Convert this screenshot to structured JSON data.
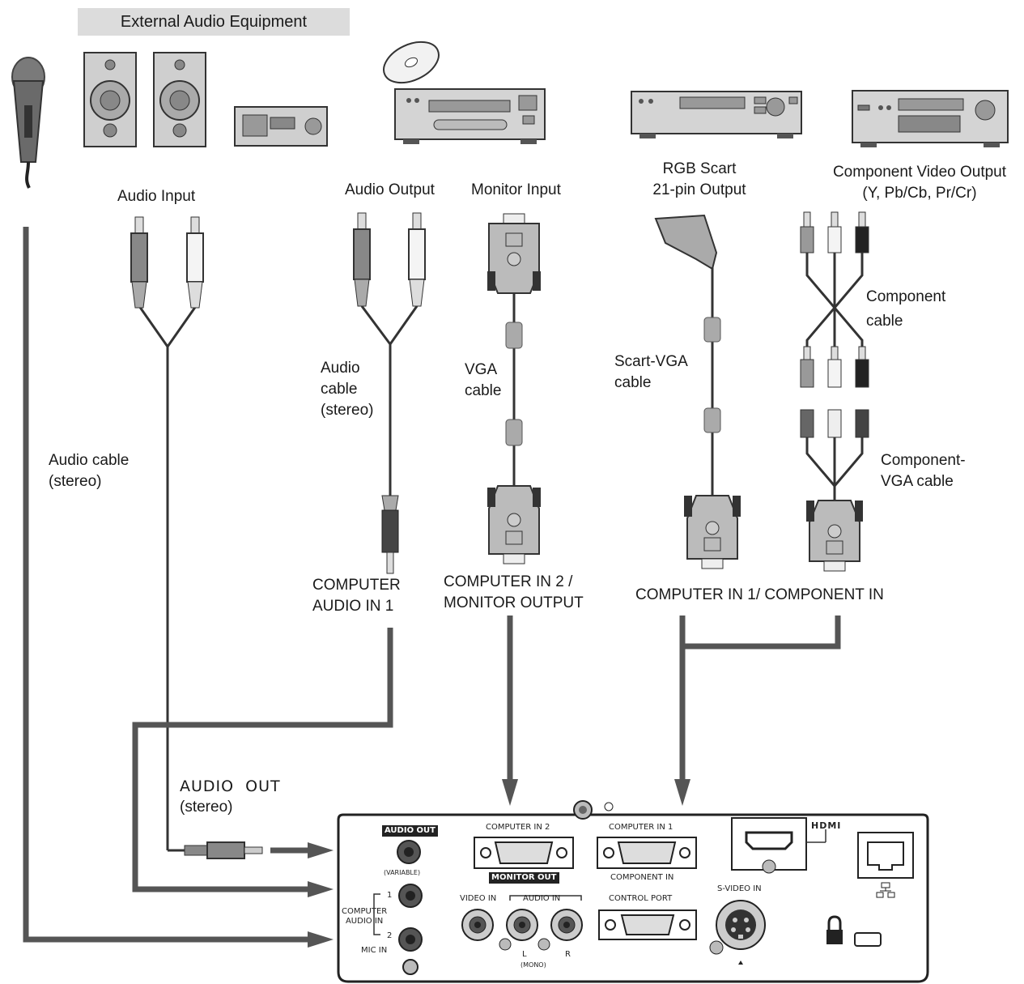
{
  "header": {
    "external_audio_equipment": "External Audio Equipment"
  },
  "devices": {
    "audio_input": "Audio Input",
    "audio_output": "Audio Output",
    "monitor_input": "Monitor Input",
    "rgb_scart": [
      "RGB Scart",
      "21-pin Output"
    ],
    "component_video_output": [
      "Component Video Output",
      "(Y, Pb/Cb, Pr/Cr)"
    ]
  },
  "cables": {
    "audio_cable_stereo_left": [
      "Audio cable",
      "(stereo)"
    ],
    "audio_cable_stereo_mid": [
      "Audio",
      "cable",
      "(stereo)"
    ],
    "vga_cable": [
      "VGA",
      "cable"
    ],
    "scart_vga_cable": [
      "Scart-VGA",
      "cable"
    ],
    "component_cable": [
      "Component",
      "cable"
    ],
    "component_vga_cable": [
      "Component-",
      "VGA cable"
    ]
  },
  "terminals": {
    "computer_audio_in_1": [
      "COMPUTER",
      "AUDIO IN 1"
    ],
    "computer_in_2_monitor_output": [
      "COMPUTER IN 2 /",
      "MONITOR OUTPUT"
    ],
    "computer_in_1_component_in": "COMPUTER IN 1/ COMPONENT IN",
    "audio_out_stereo": [
      "AUDIO  OUT",
      "(stereo)"
    ]
  },
  "panel": {
    "audio_out": "AUDIO OUT",
    "variable": "(VARIABLE)",
    "computer_audio_in": [
      "COMPUTER",
      "AUDIO IN"
    ],
    "num_1": "1",
    "num_2": "2",
    "mic_in": "MIC IN",
    "computer_in_2": "COMPUTER IN 2",
    "monitor_out": "MONITOR OUT",
    "computer_in_1": "COMPUTER IN 1",
    "component_in": "COMPONENT IN",
    "video_in": "VIDEO IN",
    "audio_in": "AUDIO IN",
    "l": "L",
    "mono": "(MONO)",
    "r": "R",
    "control_port": "CONTROL PORT",
    "hdmi": "HDMI",
    "s_video_in": "S-VIDEO IN"
  }
}
